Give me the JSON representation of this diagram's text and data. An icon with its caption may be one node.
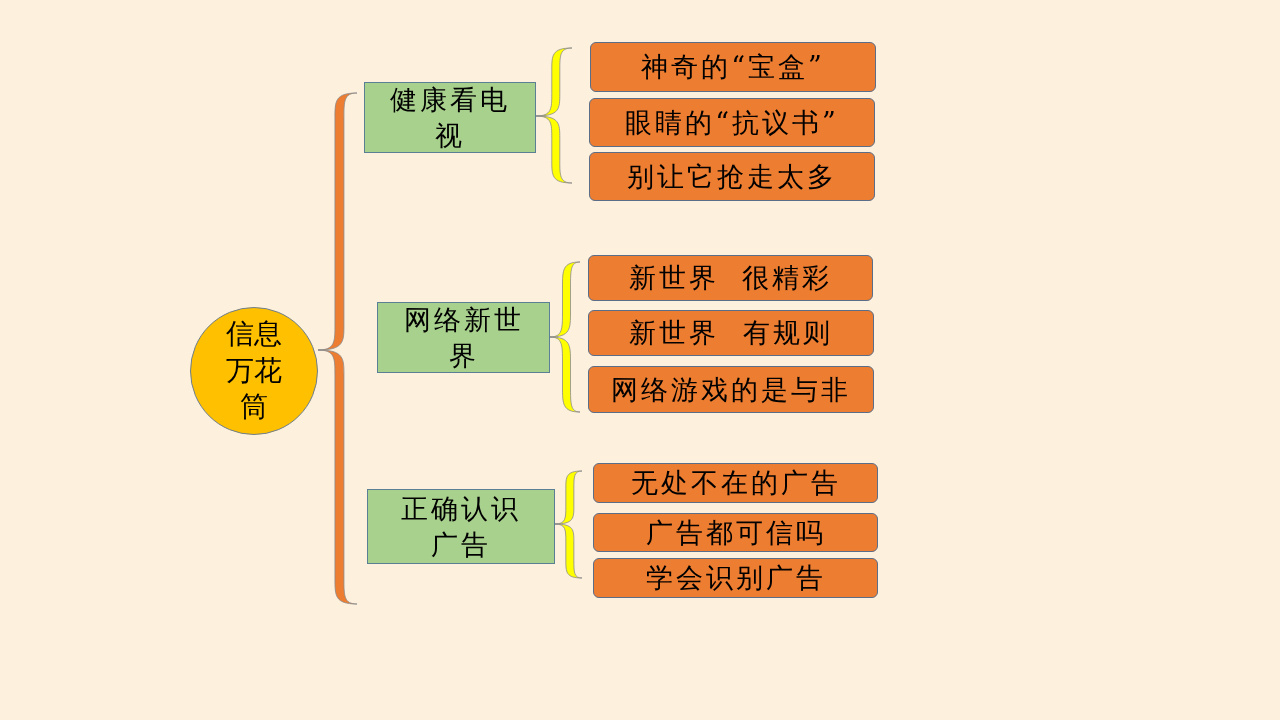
{
  "diagram": {
    "nodes": [
      {
        "text": [
          "信息万花筒"
        ]
      },
      {
        "text": [
          "健康看电视"
        ]
      },
      {
        "text": [
          "神奇的“宝盒”"
        ]
      },
      {
        "text": [
          "眼睛的“抗议书”"
        ]
      },
      {
        "text": [
          "别让它抢走太多"
        ]
      },
      {
        "text": [
          "网络新世界"
        ]
      },
      {
        "text": [
          "新世界  很精彩"
        ]
      },
      {
        "text": [
          "新世界  有规则"
        ]
      },
      {
        "text": [
          "网络游戏的是与非"
        ]
      },
      {
        "text": [
          "正确认识广告"
        ]
      },
      {
        "text": [
          "无处不在的广告"
        ]
      },
      {
        "text": [
          "广告都可信吗"
        ]
      },
      {
        "text": [
          "学会识别广告"
        ]
      }
    ],
    "edges": [
      {
        "from": 0,
        "to": 1,
        "arrow": "none",
        "color": "#ed7d31"
      },
      {
        "from": 0,
        "to": 5,
        "arrow": "none",
        "color": "#ed7d31"
      },
      {
        "from": 0,
        "to": 9,
        "arrow": "none",
        "color": "#ed7d31"
      },
      {
        "from": 1,
        "to": 2,
        "arrow": "none"
      },
      {
        "from": 1,
        "to": 3,
        "arrow": "none"
      },
      {
        "from": 1,
        "to": 4,
        "arrow": "none"
      },
      {
        "from": 5,
        "to": 6,
        "arrow": "none"
      },
      {
        "from": 5,
        "to": 7,
        "arrow": "none"
      },
      {
        "from": 5,
        "to": 8,
        "arrow": "none"
      },
      {
        "from": 9,
        "to": 10,
        "arrow": "none"
      },
      {
        "from": 9,
        "to": 11,
        "arrow": "none"
      },
      {
        "from": 9,
        "to": 12,
        "arrow": "none"
      }
    ]
  }
}
